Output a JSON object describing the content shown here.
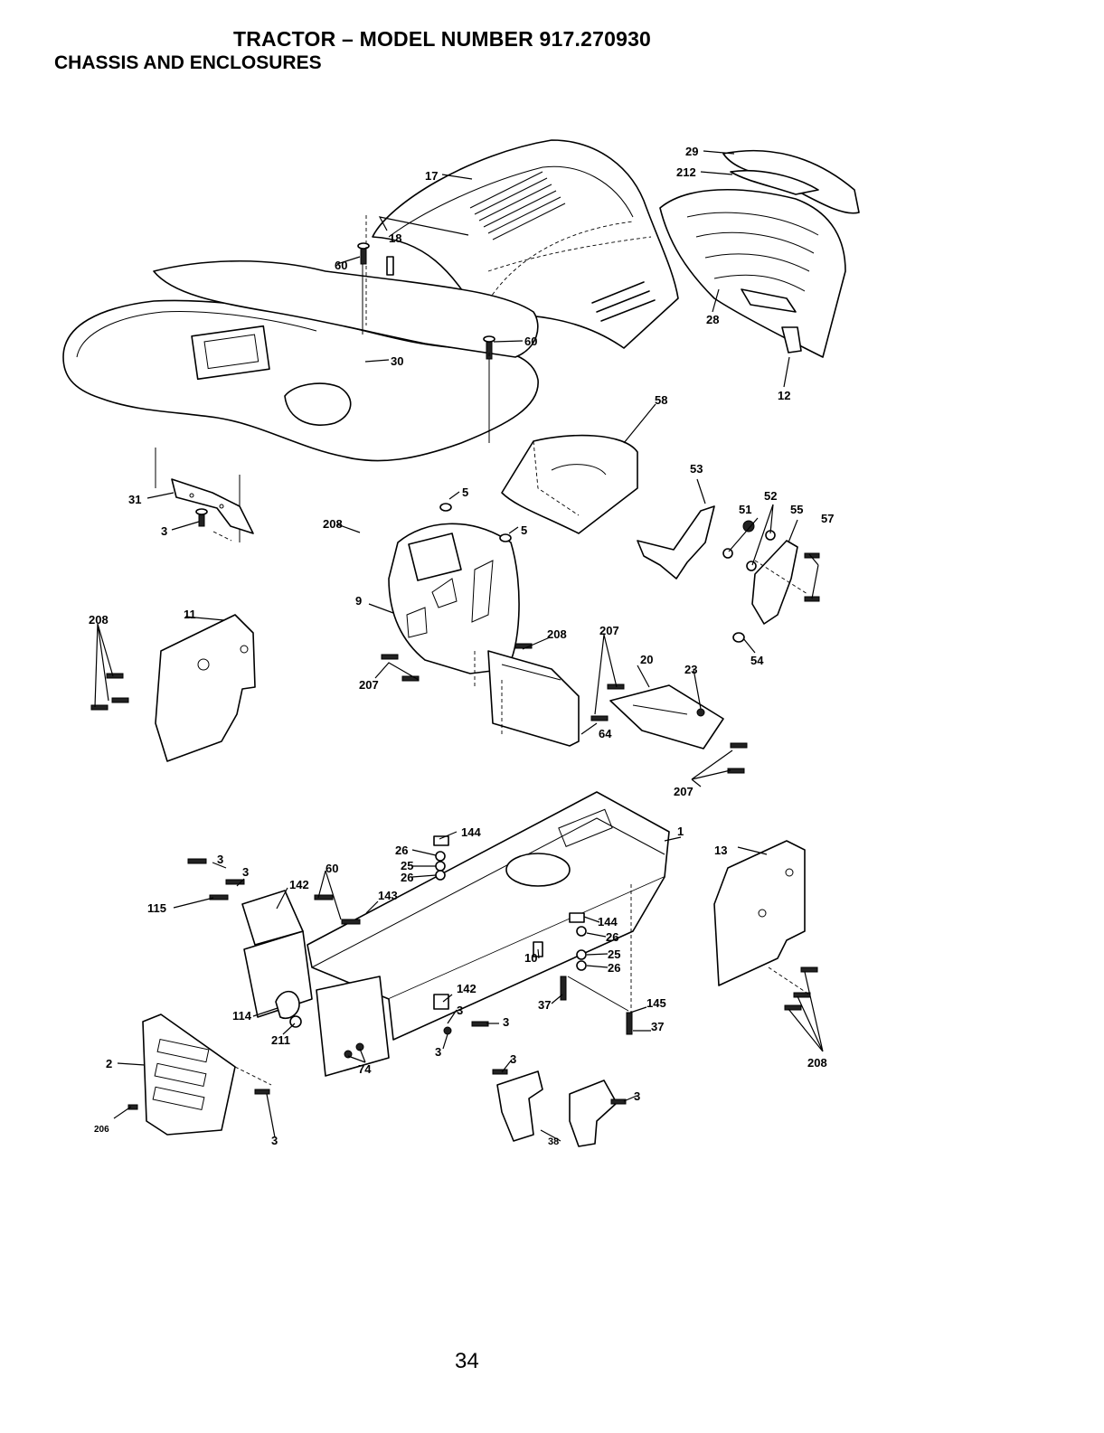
{
  "header": {
    "title": "TRACTOR – MODEL NUMBER 917.270930",
    "subtitle": "CHASSIS AND ENCLOSURES"
  },
  "footer": {
    "page_number": "34"
  },
  "callouts": [
    "17",
    "60",
    "18",
    "30",
    "60",
    "29",
    "212",
    "28",
    "12",
    "58",
    "31",
    "3",
    "5",
    "5",
    "208",
    "53",
    "51",
    "52",
    "55",
    "57",
    "54",
    "9",
    "11",
    "208",
    "208",
    "207",
    "207",
    "20",
    "23",
    "64",
    "207",
    "1",
    "13",
    "144",
    "26",
    "25",
    "26",
    "3",
    "3",
    "60",
    "142",
    "143",
    "115",
    "144",
    "26",
    "25",
    "26",
    "10",
    "37",
    "145",
    "37",
    "114",
    "211",
    "142",
    "3",
    "3",
    "3",
    "74",
    "2",
    "206",
    "3",
    "3",
    "38",
    "3",
    "208"
  ]
}
